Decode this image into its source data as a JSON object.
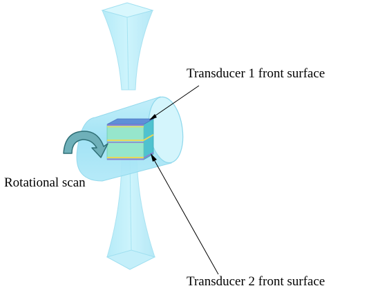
{
  "labels": {
    "transducer1": "Transducer 1 front surface",
    "rotational_scan": "Rotational scan",
    "transducer2": "Transducer 2 front surface"
  },
  "colors": {
    "beam_fill": "#bdf0fb",
    "beam_edge": "#8fdcef",
    "cylinder_fill": "#a6e6f7",
    "cylinder_end": "#d4f5fc",
    "cube_top": "#5f8fd8",
    "cube_front": "#96e6cc",
    "cube_side": "#4fc2cf",
    "yellow_layer": "#e8d85a",
    "purple_layer": "#8a7fd0",
    "arrow_fill": "#6fb0b9",
    "arrow_edge": "#2f6f76",
    "pointer_line": "#000000"
  }
}
